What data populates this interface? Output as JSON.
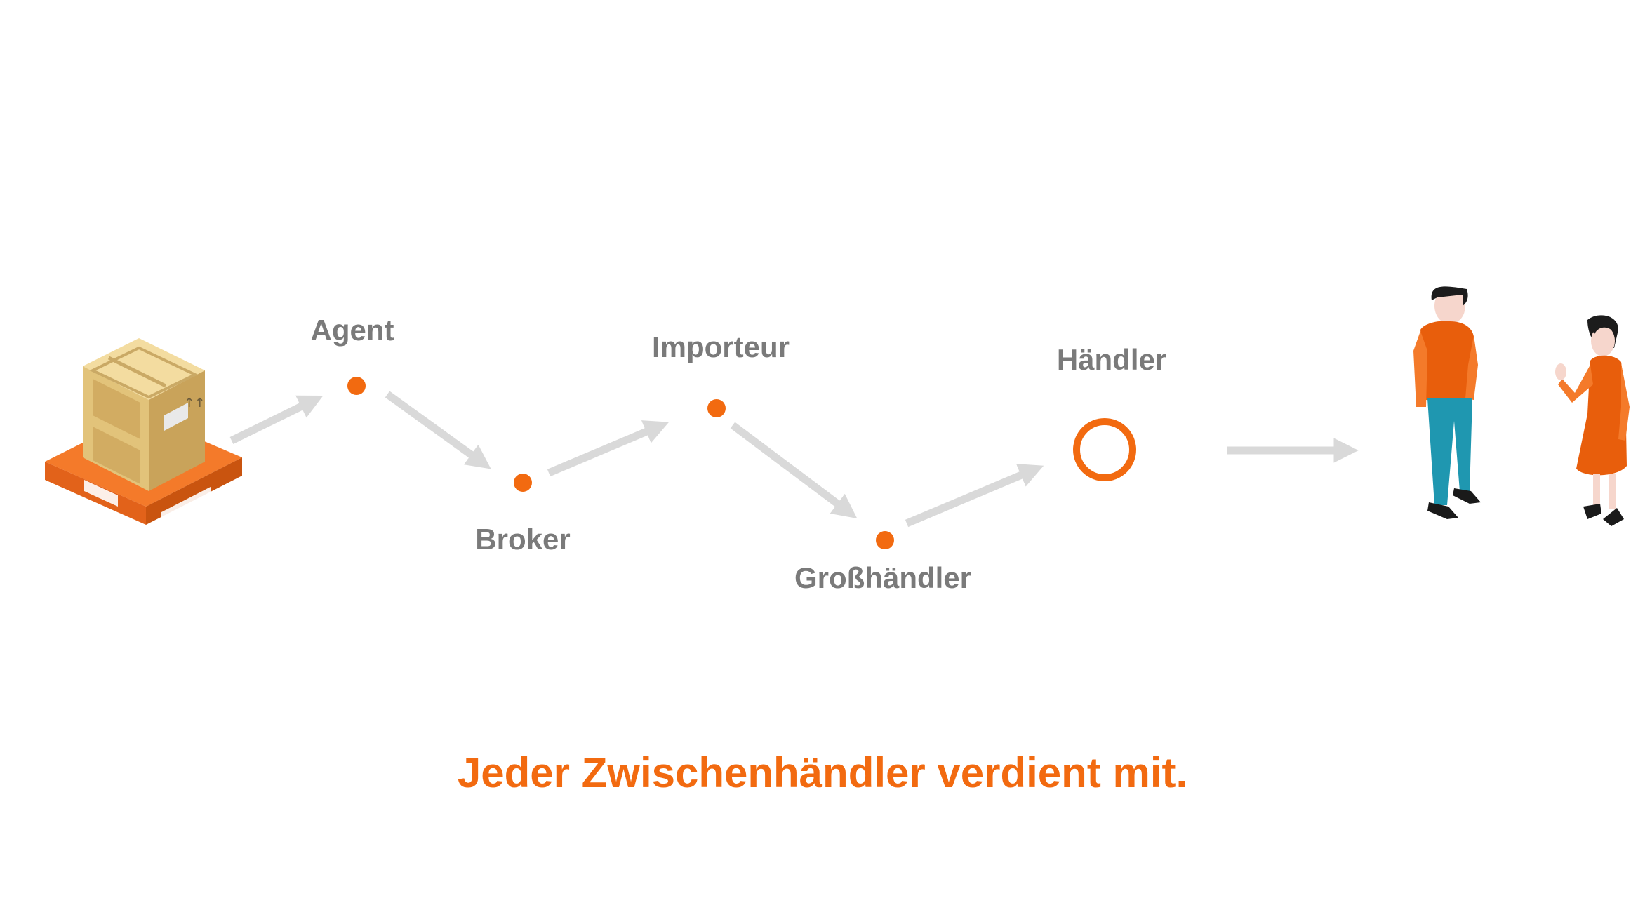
{
  "stages": [
    {
      "label": "Agent"
    },
    {
      "label": "Broker"
    },
    {
      "label": "Importeur"
    },
    {
      "label": "Großhändler"
    },
    {
      "label": "Händler"
    }
  ],
  "caption": "Jeder Zwischenhändler verdient mit.",
  "colors": {
    "accent": "#f26a10",
    "label_gray": "#7a7a7a",
    "arrow_gray": "#d9d9d9",
    "crate": "#e4c77e",
    "pallet": "#f07020"
  },
  "icons": {
    "start": "crate-on-pallet-icon",
    "end": "customers-icon"
  }
}
